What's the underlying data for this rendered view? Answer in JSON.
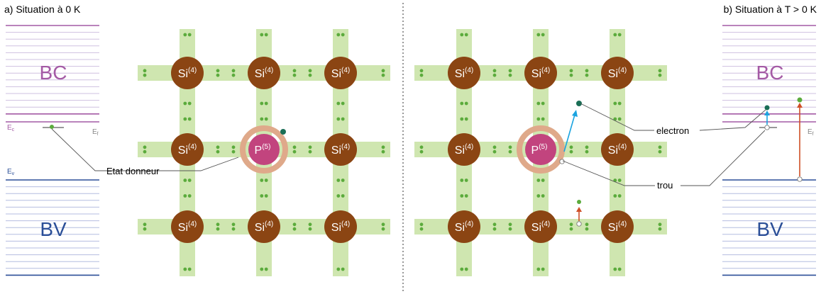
{
  "panel_a": {
    "title": "a) Situation à 0 K",
    "band_conduction": "BC",
    "band_valence": "BV",
    "ec_symbol": "E",
    "ec_sub": "c",
    "ev_symbol": "E",
    "ev_sub": "v",
    "ef_symbol": "E",
    "ef_sub": "f",
    "annotation_donor": "Etat donneur",
    "lattice": {
      "si_base": "Si",
      "si_sup": "(4)",
      "p_base": "P",
      "p_sup": "(5)"
    }
  },
  "panel_b": {
    "title": "b) Situation à T > 0 K",
    "band_conduction": "BC",
    "band_valence": "BV",
    "ef_symbol": "E",
    "ef_sub": "f",
    "annotation_electron": "electron",
    "annotation_hole": "trou",
    "lattice": {
      "si_base": "Si",
      "si_sup": "(4)",
      "p_base": "P",
      "p_sup": "(5)"
    }
  },
  "colors": {
    "band_bc": "#a45aa5",
    "band_bc_light": "#cfc0e0",
    "band_bv": "#2b4f98",
    "band_bv_light": "#b4bde0",
    "bond": "#cfe6b0",
    "electron": "#5bab3c",
    "electron_dark": "#1a6e56",
    "si_atom": "#8b4513",
    "p_atom": "#c2447e",
    "p_ring": "#dfa98a",
    "arrow_blue": "#1aa3e0",
    "arrow_red": "#cf4f27",
    "divider": "#333333"
  }
}
